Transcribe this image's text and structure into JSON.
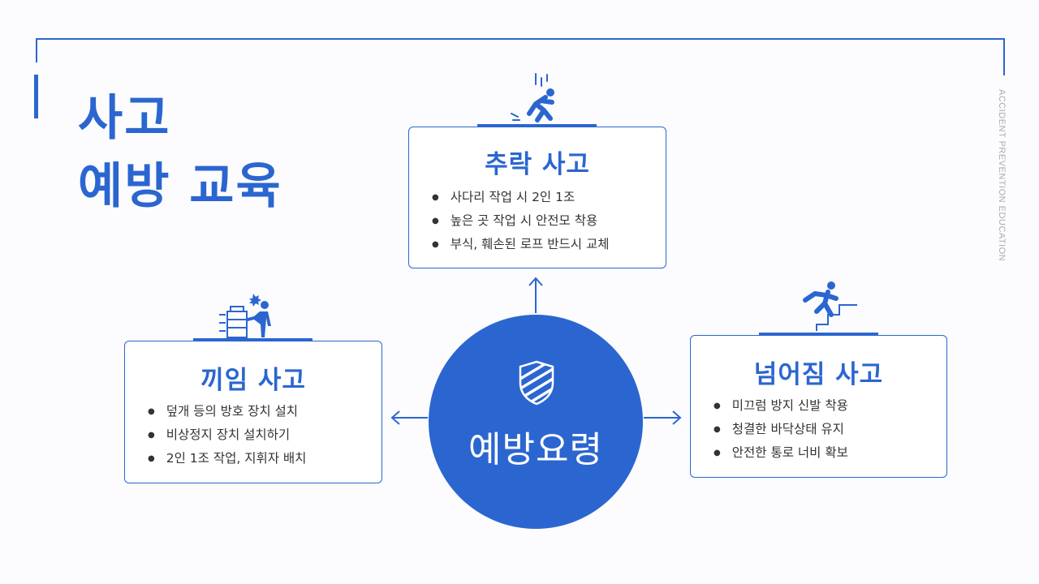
{
  "theme": {
    "accent": "#2b66d0"
  },
  "title": {
    "line1": "사고",
    "line2": "예방 교육"
  },
  "side_text": "ACCIDENT PREVENTION EDUCATION",
  "center": {
    "label": "예방요령",
    "icon": "shield-icon"
  },
  "cards": {
    "fall": {
      "title": "추락 사고",
      "icon": "falling-person-icon",
      "items": [
        "사다리 작업 시 2인 1조",
        "높은 곳 작업 시 안전모 착용",
        "부식, 훼손된 로프 반드시 교체"
      ]
    },
    "caught": {
      "title": "끼임 사고",
      "icon": "machine-caught-icon",
      "items": [
        "덮개 등의 방호 장치 설치",
        "비상정지 장치 설치하기",
        "2인 1조 작업, 지휘자 배치"
      ]
    },
    "slip": {
      "title": "넘어짐 사고",
      "icon": "slipping-stairs-icon",
      "items": [
        "미끄럼 방지 신발 착용",
        "청결한 바닥상태 유지",
        "안전한 통로 너비 확보"
      ]
    }
  }
}
